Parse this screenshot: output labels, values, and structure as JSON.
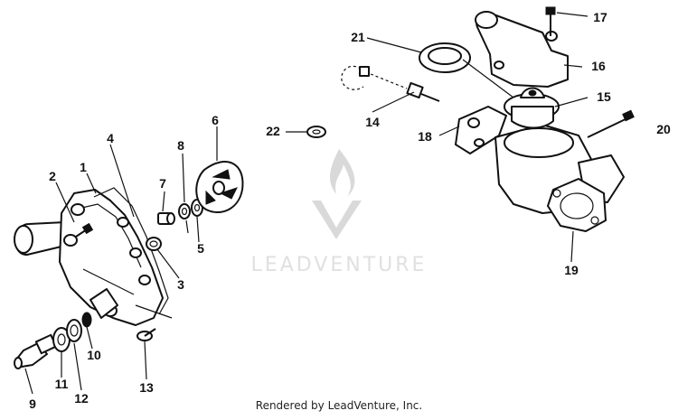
{
  "callouts": {
    "c1": "1",
    "c2": "2",
    "c3": "3",
    "c4": "4",
    "c5": "5",
    "c6": "6",
    "c7": "7",
    "c8": "8",
    "c9": "9",
    "c10": "10",
    "c11": "11",
    "c12": "12",
    "c13": "13",
    "c14": "14",
    "c15": "15",
    "c16": "16",
    "c17": "17",
    "c18": "18",
    "c19": "19",
    "c20": "20",
    "c21": "21",
    "c22": "22"
  },
  "watermark": "LEADVENTURE",
  "footer": "Rendered by LeadVenture, Inc."
}
